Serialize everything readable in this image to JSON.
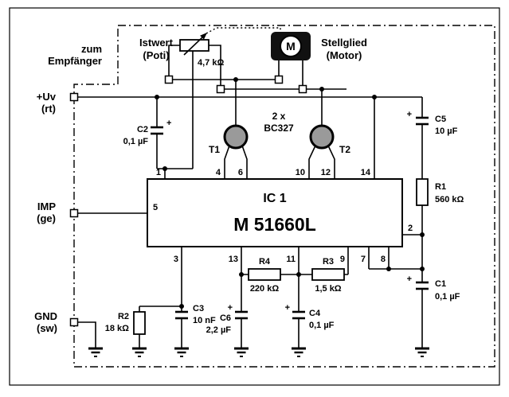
{
  "ext": {
    "receiver": [
      "zum",
      "Empfänger"
    ],
    "uv": [
      "+Uv",
      "(rt)"
    ],
    "imp": [
      "IMP",
      "(ge)"
    ],
    "gnd": [
      "GND",
      "(sw)"
    ]
  },
  "top": {
    "istwert": [
      "Istwert",
      "(Poti)"
    ],
    "poti_value": "4,7 kΩ",
    "stellglied": [
      "Stellglied",
      "(Motor)"
    ],
    "motor_m": "M",
    "trans": [
      "2 x",
      "BC327"
    ],
    "t1": "T1",
    "t2": "T2"
  },
  "ic": {
    "name": "IC 1",
    "part": "M 51660L",
    "pins": {
      "p1": "1",
      "p2": "2",
      "p3": "3",
      "p4": "4",
      "p5": "5",
      "p6": "6",
      "p7": "7",
      "p8": "8",
      "p9": "9",
      "p10": "10",
      "p11": "11",
      "p12": "12",
      "p13": "13",
      "p14": "14"
    }
  },
  "components": {
    "plus": "+",
    "c1": {
      "name": "C1",
      "value": "0,1 µF"
    },
    "c2": {
      "name": "C2",
      "value": "0,1 µF"
    },
    "c3": {
      "name": "C3",
      "value": "10 nF"
    },
    "c4": {
      "name": "C4",
      "value": "0,1 µF"
    },
    "c5": {
      "name": "C5",
      "value": "10 µF"
    },
    "c6": {
      "name": "C6",
      "value": "2,2 µF"
    },
    "r1": {
      "name": "R1",
      "value": "560 kΩ"
    },
    "r2": {
      "name": "R2",
      "value": "18 kΩ"
    },
    "r3": {
      "name": "R3",
      "value": "1,5 kΩ"
    },
    "r4": {
      "name": "R4",
      "value": "220 kΩ"
    }
  },
  "colors": {
    "ink": "#000000",
    "paper": "#ffffff",
    "transistor_fill": "#9a9a9a"
  }
}
